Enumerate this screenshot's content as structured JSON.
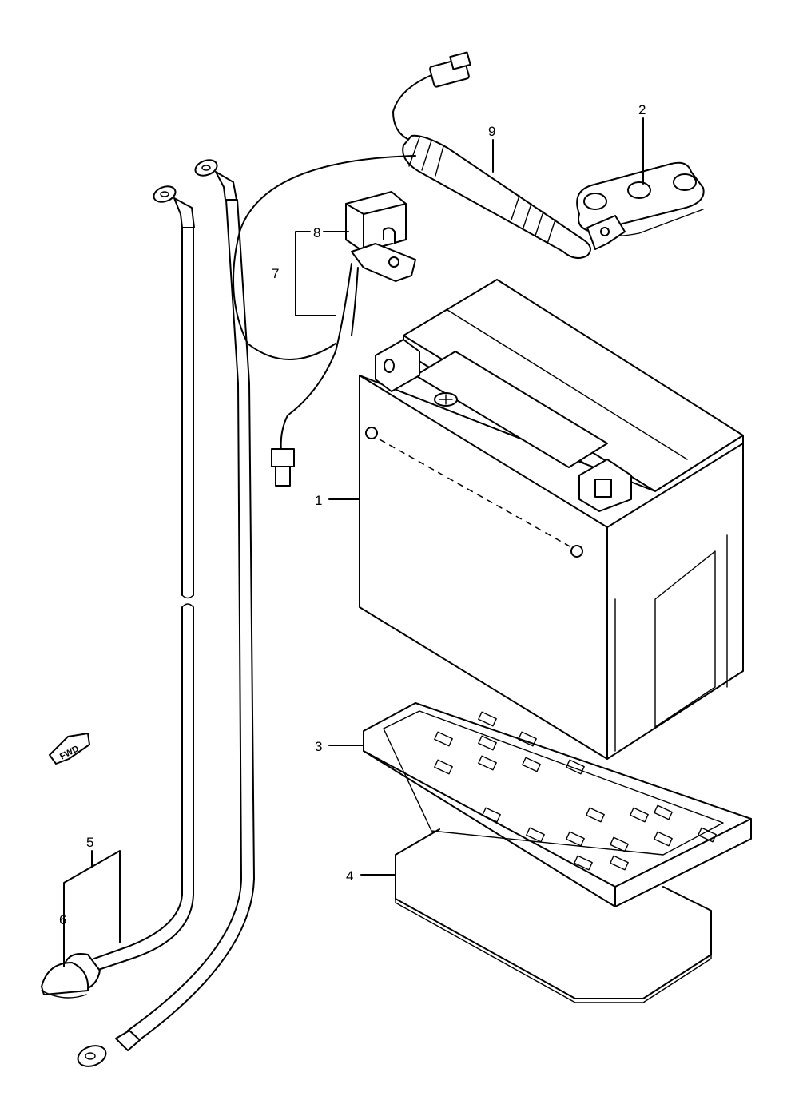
{
  "diagram": {
    "callouts": [
      {
        "id": "1",
        "label": "1"
      },
      {
        "id": "2",
        "label": "2"
      },
      {
        "id": "3",
        "label": "3"
      },
      {
        "id": "4",
        "label": "4"
      },
      {
        "id": "5",
        "label": "5"
      },
      {
        "id": "6",
        "label": "6"
      },
      {
        "id": "7",
        "label": "7"
      },
      {
        "id": "8",
        "label": "8"
      },
      {
        "id": "9",
        "label": "9"
      }
    ],
    "direction_arrow": {
      "label": "FWD"
    }
  }
}
